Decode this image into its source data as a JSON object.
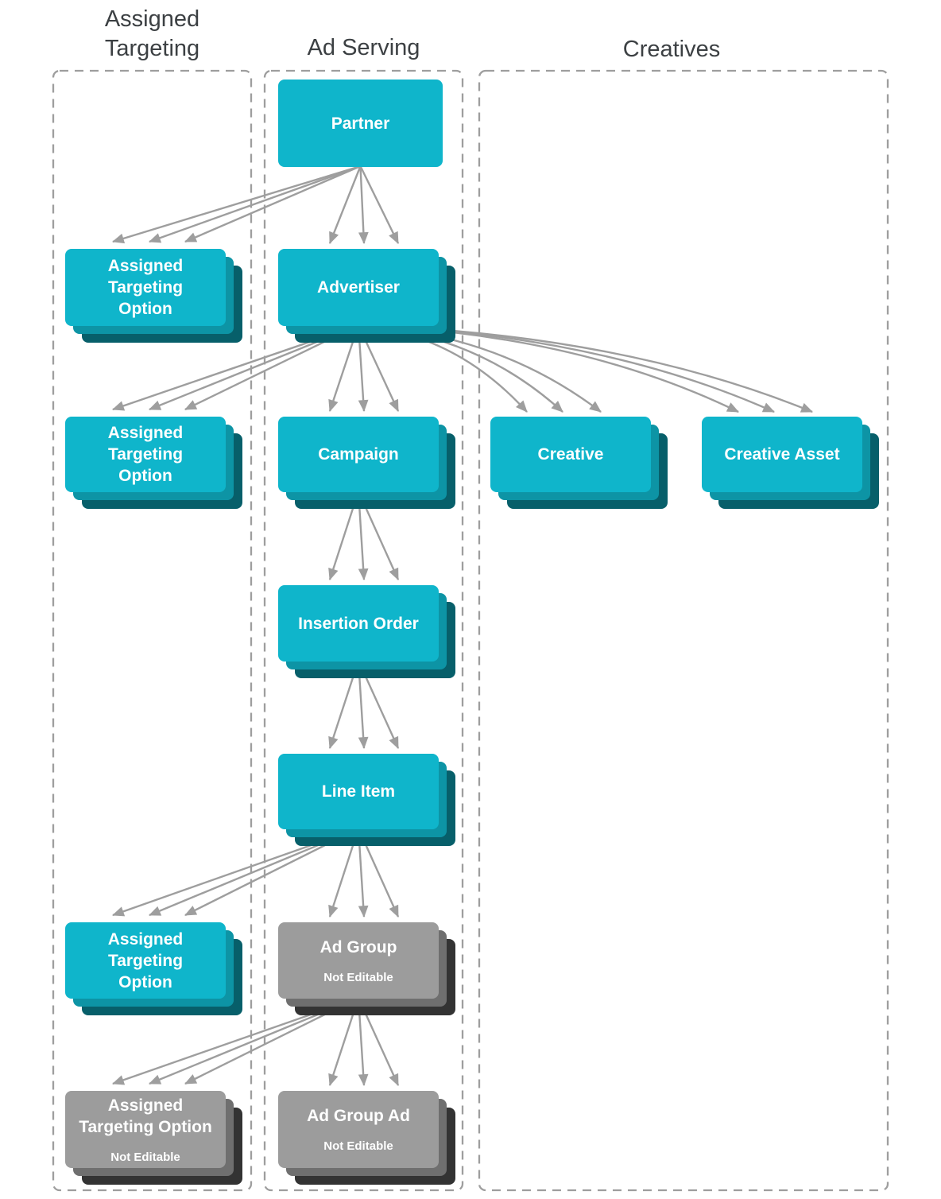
{
  "diagram": {
    "columns": [
      {
        "id": "assigned-targeting",
        "title_lines": [
          "Assigned",
          "Targeting"
        ]
      },
      {
        "id": "ad-serving",
        "title_lines": [
          "Ad Serving"
        ]
      },
      {
        "id": "creatives",
        "title_lines": [
          "Creatives"
        ]
      }
    ],
    "nodes": [
      {
        "id": "partner",
        "lines": [
          "Partner"
        ],
        "style": "teal",
        "stacked": false
      },
      {
        "id": "ato-1",
        "lines": [
          "Assigned",
          "Targeting",
          "Option"
        ],
        "style": "teal",
        "stacked": true
      },
      {
        "id": "advertiser",
        "lines": [
          "Advertiser"
        ],
        "style": "teal",
        "stacked": true
      },
      {
        "id": "ato-2",
        "lines": [
          "Assigned",
          "Targeting",
          "Option"
        ],
        "style": "teal",
        "stacked": true
      },
      {
        "id": "campaign",
        "lines": [
          "Campaign"
        ],
        "style": "teal",
        "stacked": true
      },
      {
        "id": "creative",
        "lines": [
          "Creative"
        ],
        "style": "teal",
        "stacked": true
      },
      {
        "id": "creative-asset",
        "lines": [
          "Creative Asset"
        ],
        "style": "teal",
        "stacked": true
      },
      {
        "id": "insertion-order",
        "lines": [
          "Insertion Order"
        ],
        "style": "teal",
        "stacked": true
      },
      {
        "id": "line-item",
        "lines": [
          "Line Item"
        ],
        "style": "teal",
        "stacked": true
      },
      {
        "id": "ato-3",
        "lines": [
          "Assigned",
          "Targeting",
          "Option"
        ],
        "style": "teal",
        "stacked": true
      },
      {
        "id": "ad-group",
        "lines": [
          "Ad Group"
        ],
        "sublabel": "Not Editable",
        "style": "gray",
        "stacked": true
      },
      {
        "id": "ato-4",
        "lines": [
          "Assigned",
          "Targeting Option"
        ],
        "sublabel": "Not Editable",
        "style": "gray",
        "stacked": true
      },
      {
        "id": "ad-group-ad",
        "lines": [
          "Ad Group Ad"
        ],
        "sublabel": "Not Editable",
        "style": "gray",
        "stacked": true
      }
    ],
    "edges": [
      {
        "from": "partner",
        "to": "ato-1"
      },
      {
        "from": "partner",
        "to": "advertiser"
      },
      {
        "from": "advertiser",
        "to": "ato-2"
      },
      {
        "from": "advertiser",
        "to": "campaign"
      },
      {
        "from": "advertiser",
        "to": "creative"
      },
      {
        "from": "advertiser",
        "to": "creative-asset"
      },
      {
        "from": "campaign",
        "to": "insertion-order"
      },
      {
        "from": "insertion-order",
        "to": "line-item"
      },
      {
        "from": "line-item",
        "to": "ato-3"
      },
      {
        "from": "line-item",
        "to": "ad-group"
      },
      {
        "from": "ad-group",
        "to": "ato-4"
      },
      {
        "from": "ad-group",
        "to": "ad-group-ad"
      }
    ]
  },
  "colors": {
    "teal": "#0fb5cb",
    "teal_mid": "#0d94a5",
    "teal_back": "#075f6a",
    "gray": "#9c9c9c",
    "gray_mid": "#6f6f6f",
    "gray_back": "#333333",
    "arrow": "#9e9e9e",
    "dash": "#9e9e9e",
    "header_text": "#3c4043"
  }
}
